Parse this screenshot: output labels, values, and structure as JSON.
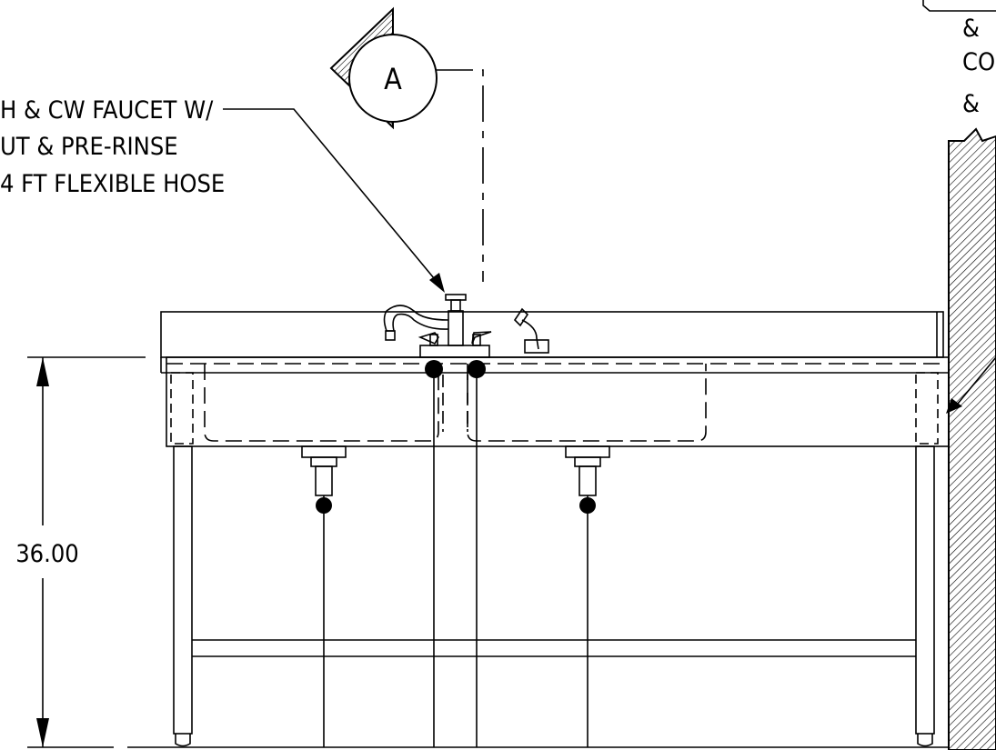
{
  "callout": {
    "line1": "H & CW FAUCET W/",
    "line2": "UT & PRE-RINSE",
    "line3": "4 FT FLEXIBLE HOSE"
  },
  "section_marker": {
    "label": "A"
  },
  "dimension": {
    "height_value": "36.00"
  },
  "right_note": {
    "line1": "&",
    "line2": "COF",
    "line3": "&"
  },
  "colors": {
    "line": "#000000",
    "background": "#ffffff"
  }
}
